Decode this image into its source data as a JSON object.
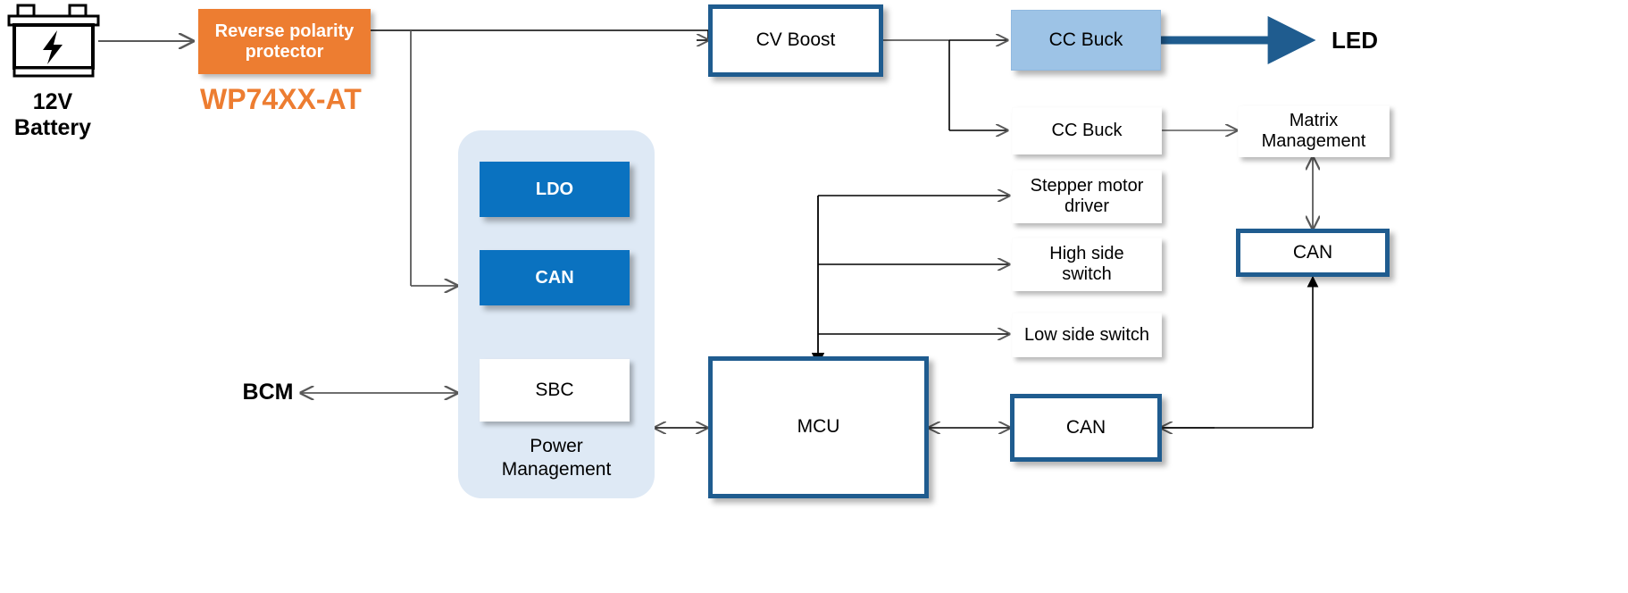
{
  "diagram": {
    "title": "Automotive LED lighting power architecture block diagram",
    "colors": {
      "orange": "#ED7D31",
      "dark_blue_border": "#1F5C8F",
      "light_blue_fill": "#9DC3E6",
      "blue_chip": "#0A72C0",
      "panel_fill": "#DEE9F5",
      "wire_gray": "#595959",
      "wire_black": "#000000"
    },
    "labels": {
      "battery": "12V\nBattery",
      "battery_line1": "12V",
      "battery_line2": "Battery",
      "battery_icon": "lightning-bolt",
      "part_number": "WP74XX-AT",
      "bcm": "BCM",
      "led": "LED",
      "power_management_line1": "Power",
      "power_management_line2": "Management"
    },
    "blocks": {
      "reverse_polarity": "Reverse polarity\nprotector",
      "reverse_polarity_line1": "Reverse polarity",
      "reverse_polarity_line2": "protector",
      "cv_boost": "CV Boost",
      "cc_buck_top": "CC Buck",
      "cc_buck_second": "CC Buck",
      "stepper_line1": "Stepper motor",
      "stepper_line2": "driver",
      "high_side_line1": "High side",
      "high_side_line2": "switch",
      "low_side": "Low side switch",
      "matrix_line1": "Matrix",
      "matrix_line2": "Management",
      "can_right": "CAN",
      "can_bottom": "CAN",
      "mcu": "MCU",
      "ldo": "LDO",
      "can_pm": "CAN",
      "sbc": "SBC"
    }
  }
}
